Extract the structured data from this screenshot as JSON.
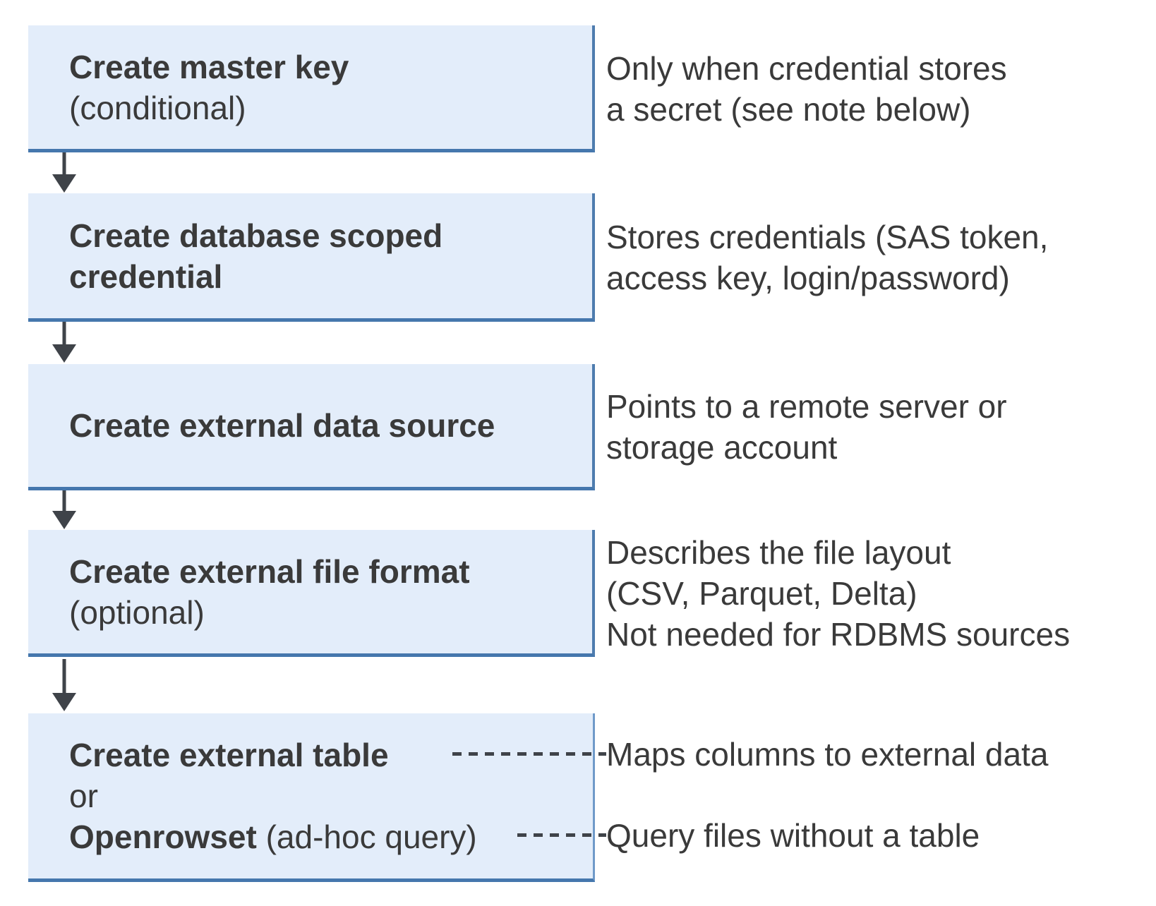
{
  "flow": {
    "boxes": [
      {
        "lines": [
          "Create master key",
          "(conditional)"
        ]
      },
      {
        "lines": [
          "Create database scoped",
          "credential"
        ]
      },
      {
        "lines": [
          "Create external data source"
        ]
      },
      {
        "lines": [
          "Create external file format",
          "(optional)"
        ]
      },
      {
        "line1": "Create external table",
        "line2": "or",
        "line3_bold": "Openrowset",
        "line3_rest": " (ad-hoc query)"
      }
    ],
    "notes": [
      {
        "lines": [
          "Only when credential stores",
          "a secret (see note below)"
        ]
      },
      {
        "lines": [
          "Stores credentials (SAS token,",
          "access key, login/password)"
        ]
      },
      {
        "lines": [
          "Points to a remote server or",
          "storage account"
        ]
      },
      {
        "lines": [
          "Describes the file layout",
          "(CSV, Parquet, Delta)",
          "Not needed for RDBMS sources"
        ]
      },
      {
        "lines": [
          "Maps columns to external data"
        ]
      },
      {
        "lines": [
          "Query files without a table"
        ]
      }
    ],
    "colors": {
      "box_fill": "#e3edfa",
      "box_border_accent": "#4e7cae",
      "text": "#3a3a3a",
      "connector": "#3f4349"
    }
  }
}
